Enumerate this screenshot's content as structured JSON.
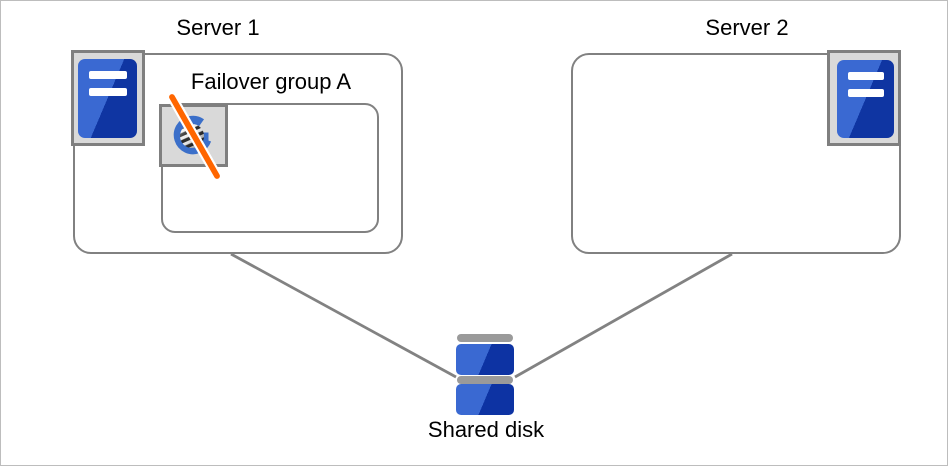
{
  "diagram": {
    "server1": {
      "label": "Server 1"
    },
    "server2": {
      "label": "Server 2"
    },
    "failover_group": {
      "label": "Failover group A",
      "status": "stopped-crossed-out"
    },
    "shared_disk": {
      "label": "Shared disk"
    },
    "icons": {
      "server1_icon": "server-tower-icon",
      "server2_icon": "server-tower-icon",
      "group_icon": "clustered-application-globe-icon",
      "failure_mark": "orange-slash-icon",
      "disk_icon": "stacked-disk-icon"
    },
    "edges": [
      {
        "from": "server1",
        "to": "shared_disk"
      },
      {
        "from": "server2",
        "to": "shared_disk"
      }
    ],
    "colors": {
      "box_border_gray": "#818181",
      "icon_frame_bg": "#d9d9d9",
      "icon_frame_border": "#7f7f7f",
      "server_blue_light": "#3a69d2",
      "server_blue_dark": "#0f35a2",
      "disk_blue_dark": "#0d33a3",
      "disk_bar_gray": "#9a9a9a",
      "group_icon_blue": "#3b6fc9",
      "slash_orange": "#ff6600",
      "connection_line_gray": "#828282",
      "text_color": "#000000"
    }
  }
}
